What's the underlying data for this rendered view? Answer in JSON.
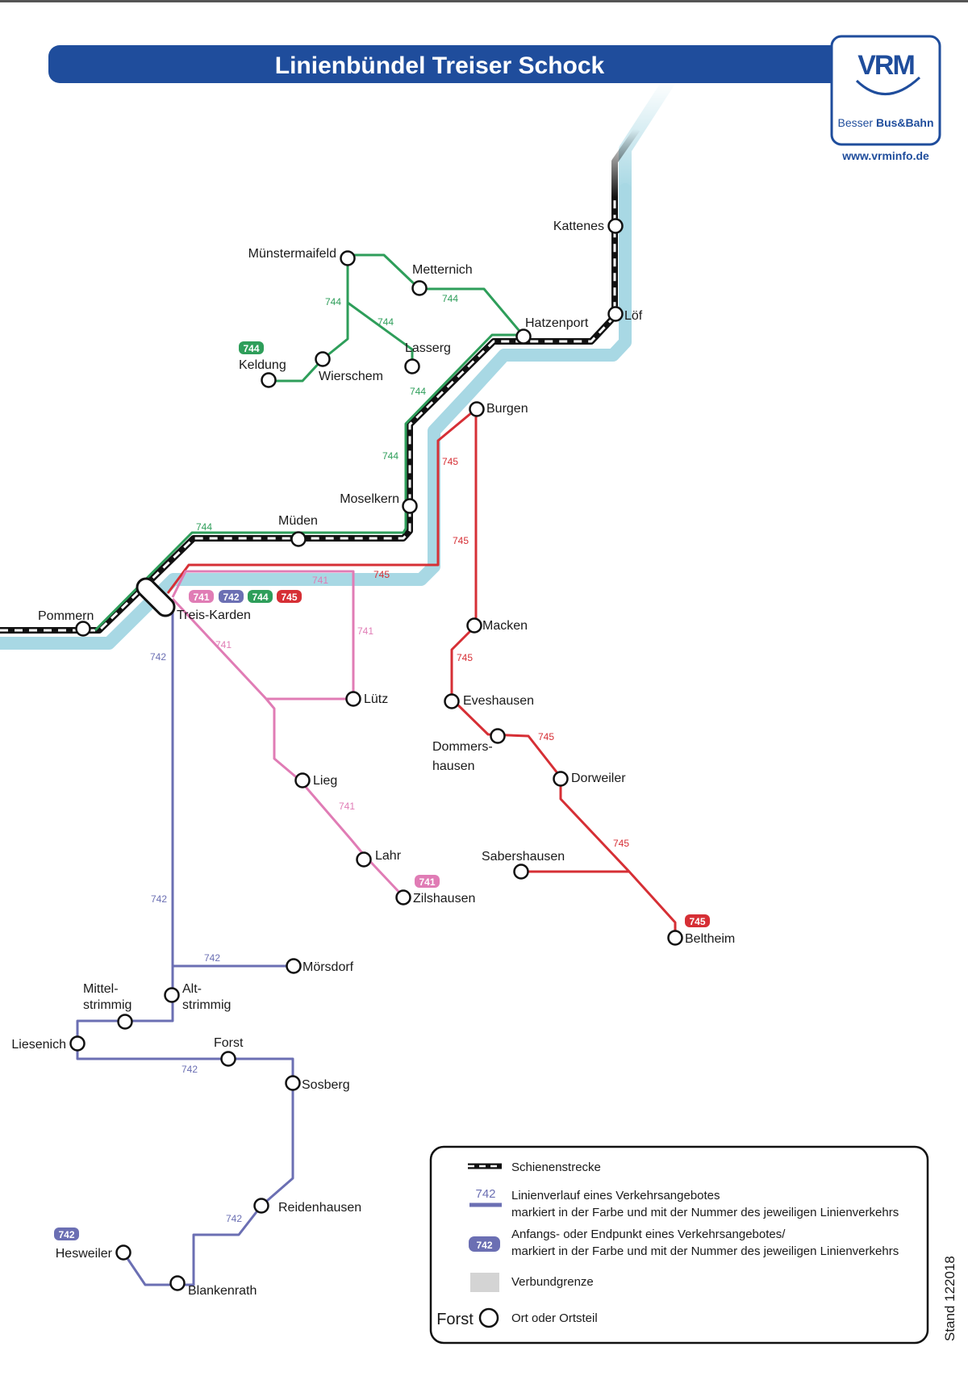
{
  "title": "Linienbündel Treiser Schock",
  "logo": {
    "brand": "VRM",
    "tagline_a": "Besser ",
    "tagline_b": "Bus&Bahn",
    "url": "www.vrminfo.de"
  },
  "stand": "Stand 122018",
  "colors": {
    "river": "#a8d8e4",
    "line741": "#e07cb5",
    "line742": "#6b6fb3",
    "line744": "#2e9e5a",
    "line745": "#d62f35",
    "title_bar": "#1f4d9c",
    "rail": "#111111"
  },
  "lines": {
    "l741": "741",
    "l742": "742",
    "l744": "744",
    "l745": "745"
  },
  "stops": {
    "kattenes": "Kattenes",
    "loef": "Löf",
    "hatzenport": "Hatzenport",
    "muenstermaifeld": "Münstermaifeld",
    "metternich": "Metternich",
    "lasserg": "Lasserg",
    "keldung": "Keldung",
    "wierschem": "Wierschem",
    "burgen": "Burgen",
    "moselkern": "Moselkern",
    "mueden": "Müden",
    "pommern": "Pommern",
    "treiskarden": "Treis-Karden",
    "luetz": "Lütz",
    "macken": "Macken",
    "eveshausen": "Eveshausen",
    "dommershausen_1": "Dommers-",
    "dommershausen_2": "hausen",
    "dorweiler": "Dorweiler",
    "lieg": "Lieg",
    "lahr": "Lahr",
    "sabershausen": "Sabershausen",
    "zilshausen": "Zilshausen",
    "beltheim": "Beltheim",
    "moersdorf": "Mörsdorf",
    "mittelstrimmig_1": "Mittel-",
    "mittelstrimmig_2": "strimmig",
    "altstrimmig_1": "Alt-",
    "altstrimmig_2": "strimmig",
    "liesenich": "Liesenich",
    "forst": "Forst",
    "sosberg": "Sosberg",
    "reidenhausen": "Reidenhausen",
    "hesweiler": "Hesweiler",
    "blankenrath": "Blankenrath"
  },
  "legend": {
    "rail": "Schienenstrecke",
    "line_number": "742",
    "line_text_1": "Linienverlauf eines Verkehrsangebotes",
    "line_text_2": "markiert in der Farbe und mit der Nummer des jeweiligen Linienverkehrs",
    "badge_number": "742",
    "endpoint_text_1": "Anfangs- oder Endpunkt eines Verkehrsangebotes/",
    "endpoint_text_2": "markiert in der Farbe und mit der Nummer des jeweiligen Linienverkehrs",
    "boundary": "Verbundgrenze",
    "sample_place": "Forst",
    "place_text": "Ort oder Ortsteil"
  }
}
